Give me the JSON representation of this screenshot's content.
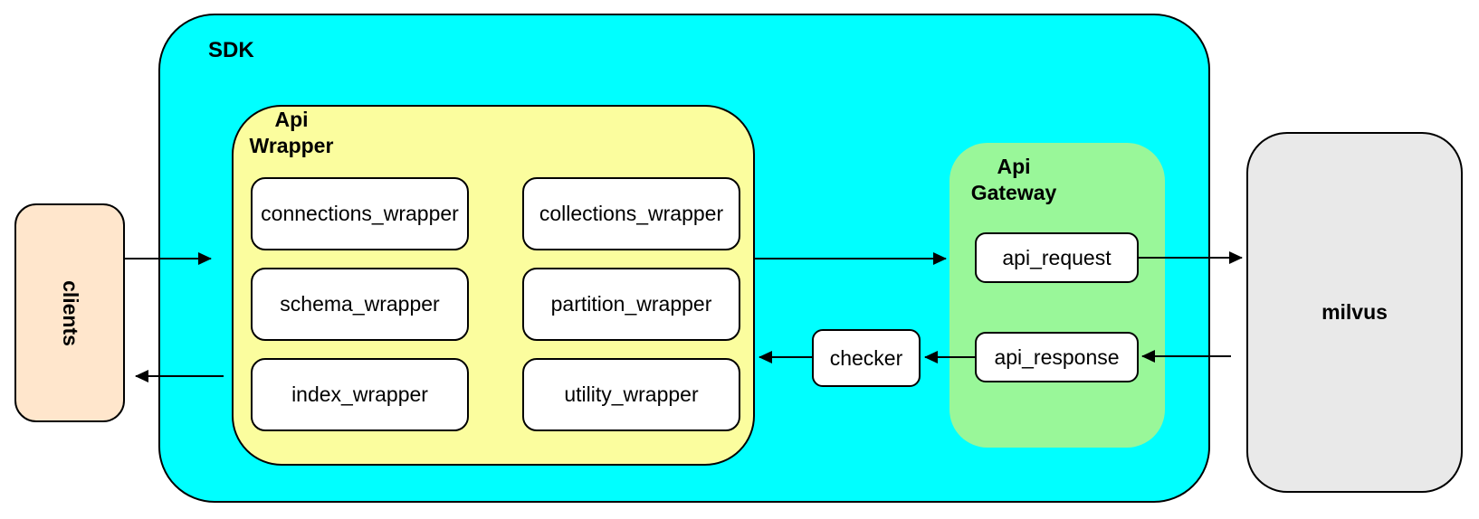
{
  "colors": {
    "canvas_bg": "#FFFFFF",
    "sdk_fill": "#00FFFF",
    "wrapper_fill": "#FBFD9E",
    "gateway_fill": "#99F799",
    "clients_fill": "#FFE6CC",
    "milvus_fill": "#E9E9E9",
    "node_fill": "#FFFFFF",
    "border": "#000000",
    "arrow": "#000000"
  },
  "nodes": {
    "clients": {
      "label": "clients"
    },
    "sdk": {
      "label": "SDK"
    },
    "api_wrapper": {
      "label_line1": "Api",
      "label_line2": "Wrapper"
    },
    "api_gateway": {
      "label_line1": "Api",
      "label_line2": "Gateway"
    },
    "checker": {
      "label": "checker"
    },
    "milvus": {
      "label": "milvus"
    }
  },
  "wrapper_boxes": [
    {
      "label": "connections_wrapper"
    },
    {
      "label": "collections_wrapper"
    },
    {
      "label": "schema_wrapper"
    },
    {
      "label": "partition_wrapper"
    },
    {
      "label": "index_wrapper"
    },
    {
      "label": "utility_wrapper"
    }
  ],
  "gateway_boxes": [
    {
      "label": "api_request"
    },
    {
      "label": "api_response"
    }
  ]
}
